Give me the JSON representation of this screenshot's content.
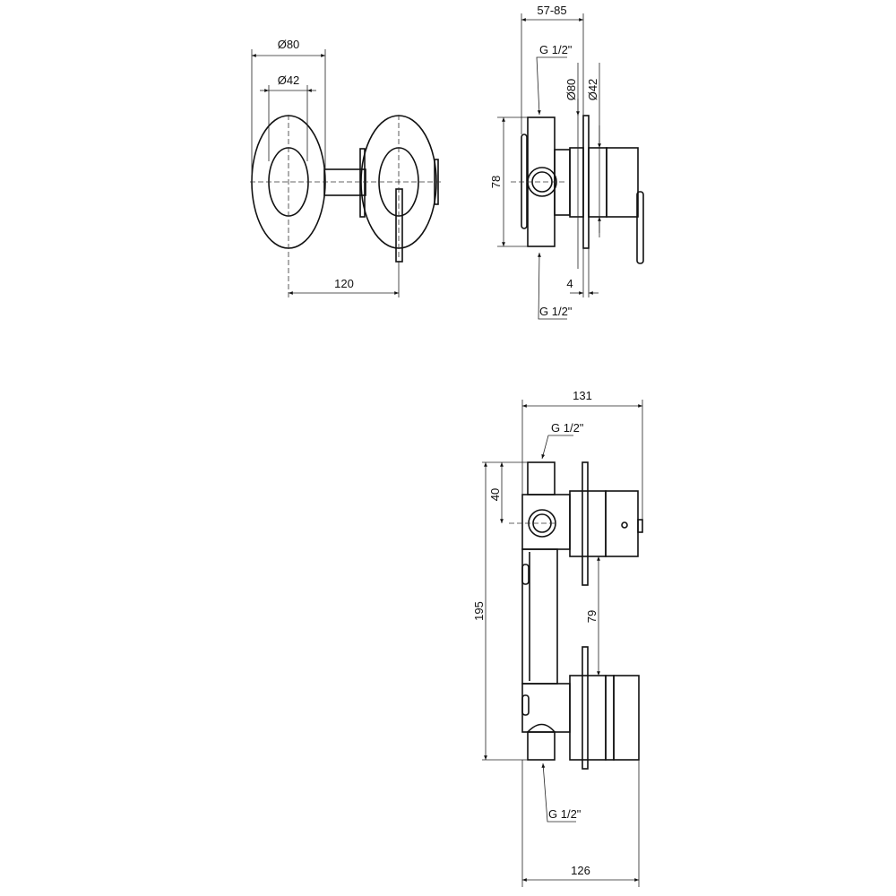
{
  "front_view": {
    "dim_outer_diameter": "Ø80",
    "dim_inner_diameter": "Ø42",
    "dim_center_distance": "120"
  },
  "side_view": {
    "dim_wall_depth": "57-85",
    "thread_top": "G 1/2\"",
    "thread_bottom": "G 1/2\"",
    "dim_plate_diameter": "Ø80",
    "dim_handle_diameter": "Ø42",
    "dim_height": "78",
    "dim_plate_thickness": "4"
  },
  "bottom_view": {
    "dim_total_depth": "131",
    "thread_top": "G 1/2\"",
    "thread_bottom": "G 1/2\"",
    "dim_port_offset": "40",
    "dim_total_height": "195",
    "dim_handle_spacing": "79",
    "dim_body_depth": "126"
  }
}
